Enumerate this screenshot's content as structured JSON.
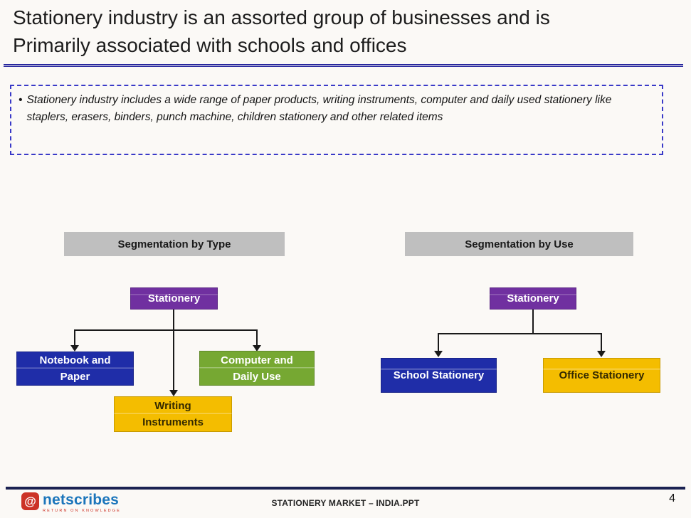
{
  "slide": {
    "title": {
      "line1": "Stationery industry is an assorted group of businesses and is",
      "line2": "Primarily associated with schools and offices"
    },
    "callout": {
      "bullet": "•",
      "text": "Stationery industry includes a wide range of paper products, writing instruments, computer and daily used stationery like staplers, erasers, binders, punch machine, children stationery and other related items"
    }
  },
  "diagrams": {
    "by_type": {
      "header": "Segmentation by Type",
      "root": {
        "label": "Stationery",
        "color": "#7030A0"
      },
      "children": [
        {
          "line1": "Notebook and",
          "line2": "Paper",
          "color": "#1F2DA8"
        },
        {
          "line1": "Writing",
          "line2": "Instruments",
          "color": "#F4BD00"
        },
        {
          "line1": "Computer and",
          "line2": "Daily Use",
          "color": "#76A832"
        }
      ]
    },
    "by_use": {
      "header": "Segmentation by Use",
      "root": {
        "label": "Stationery",
        "color": "#7030A0"
      },
      "children": [
        {
          "label": "School Stationery",
          "color": "#1F2DA8"
        },
        {
          "label": "Office Stationery",
          "color": "#F4BD00"
        }
      ]
    }
  },
  "footer": {
    "logo_glyph": "@",
    "brand": "netscribes",
    "tagline": "RETURN ON KNOWLEDGE",
    "doc_title": "STATIONERY MARKET – INDIA.PPT",
    "page": "4"
  },
  "colors": {
    "title_text": "#1C1C1C",
    "title_rule": "#28289E",
    "callout_border": "#3A3AC8",
    "header_gray": "#BFBFBF",
    "root_purple": "#7030A0",
    "node_blue": "#1F2DA8",
    "node_green": "#76A832",
    "node_yellow": "#F4BD00",
    "connector": "#1A1A1A",
    "footer_bar": "#1B2252",
    "logo_blue": "#1B75BB",
    "logo_red": "#CC3327"
  }
}
